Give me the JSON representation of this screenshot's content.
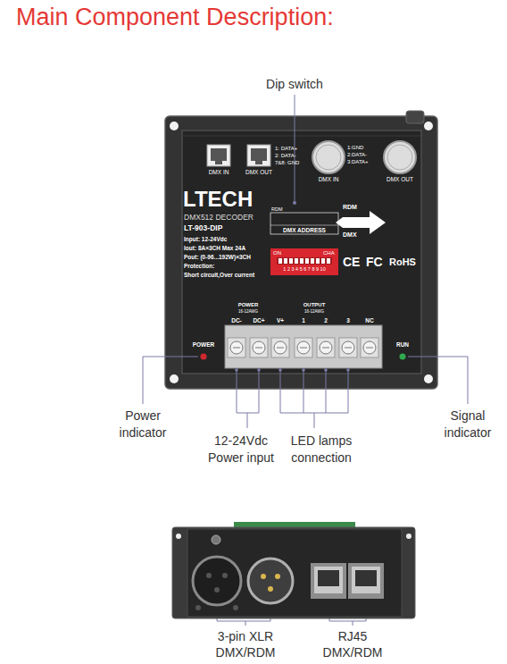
{
  "diagram": {
    "title": "Main Component Description:",
    "labels": [
      "Dip switch",
      "DMX IN",
      "DMX OUT",
      "1: DATA+",
      "2: DATA-",
      "7&8: GND",
      "DMX IN",
      "DMX OUT",
      "1:GND",
      "2:DATA-",
      "3:DATA+",
      "LTECH",
      "DMX512 DECODER",
      "LT-903-DIP",
      "Input: 12-24Vdc",
      "Iout: 8A×3CH Max 24A",
      "Pout: (0-96...192W)×3CH",
      "Protection:",
      "Short circuit,Over current",
      "RDM",
      "DMX ADDRESS",
      "ON",
      "CHA",
      "1 2 3 4 5 6 7 8 9 10",
      "RDM",
      "DMX",
      "CE",
      "FC",
      "RoHS",
      "POWER",
      "16-12AWG",
      "DC-",
      "DC+",
      "OUTPUT",
      "16-12AWG",
      "V+",
      "1",
      "2",
      "3",
      "NC",
      "POWER",
      "RUN",
      "Power indicator",
      "12-24Vdc Power input",
      "LED lamps connection",
      "Signal indicator",
      "3-pin XLR DMX/RDM",
      "RJ45 DMX/RDM"
    ]
  }
}
